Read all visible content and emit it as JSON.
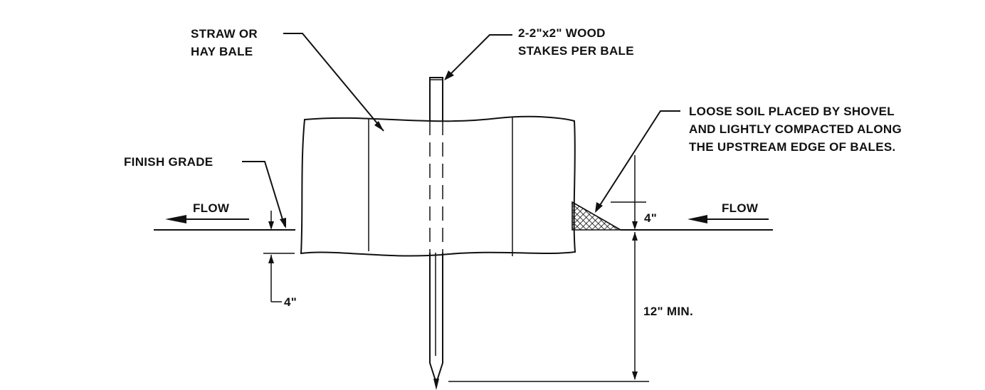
{
  "labels": {
    "bale": [
      "STRAW OR",
      "HAY BALE"
    ],
    "stakes": [
      "2-2\"x2\" WOOD",
      "STAKES PER BALE"
    ],
    "soil": [
      "LOOSE SOIL PLACED BY SHOVEL",
      "AND LIGHTLY COMPACTED ALONG",
      "THE UPSTREAM EDGE OF BALES."
    ],
    "finish_grade": "FINISH GRADE",
    "flow_left": "FLOW",
    "flow_right": "FLOW",
    "dim_embed": "4\"",
    "dim_soil": "4\"",
    "dim_stake": "12\" MIN."
  }
}
